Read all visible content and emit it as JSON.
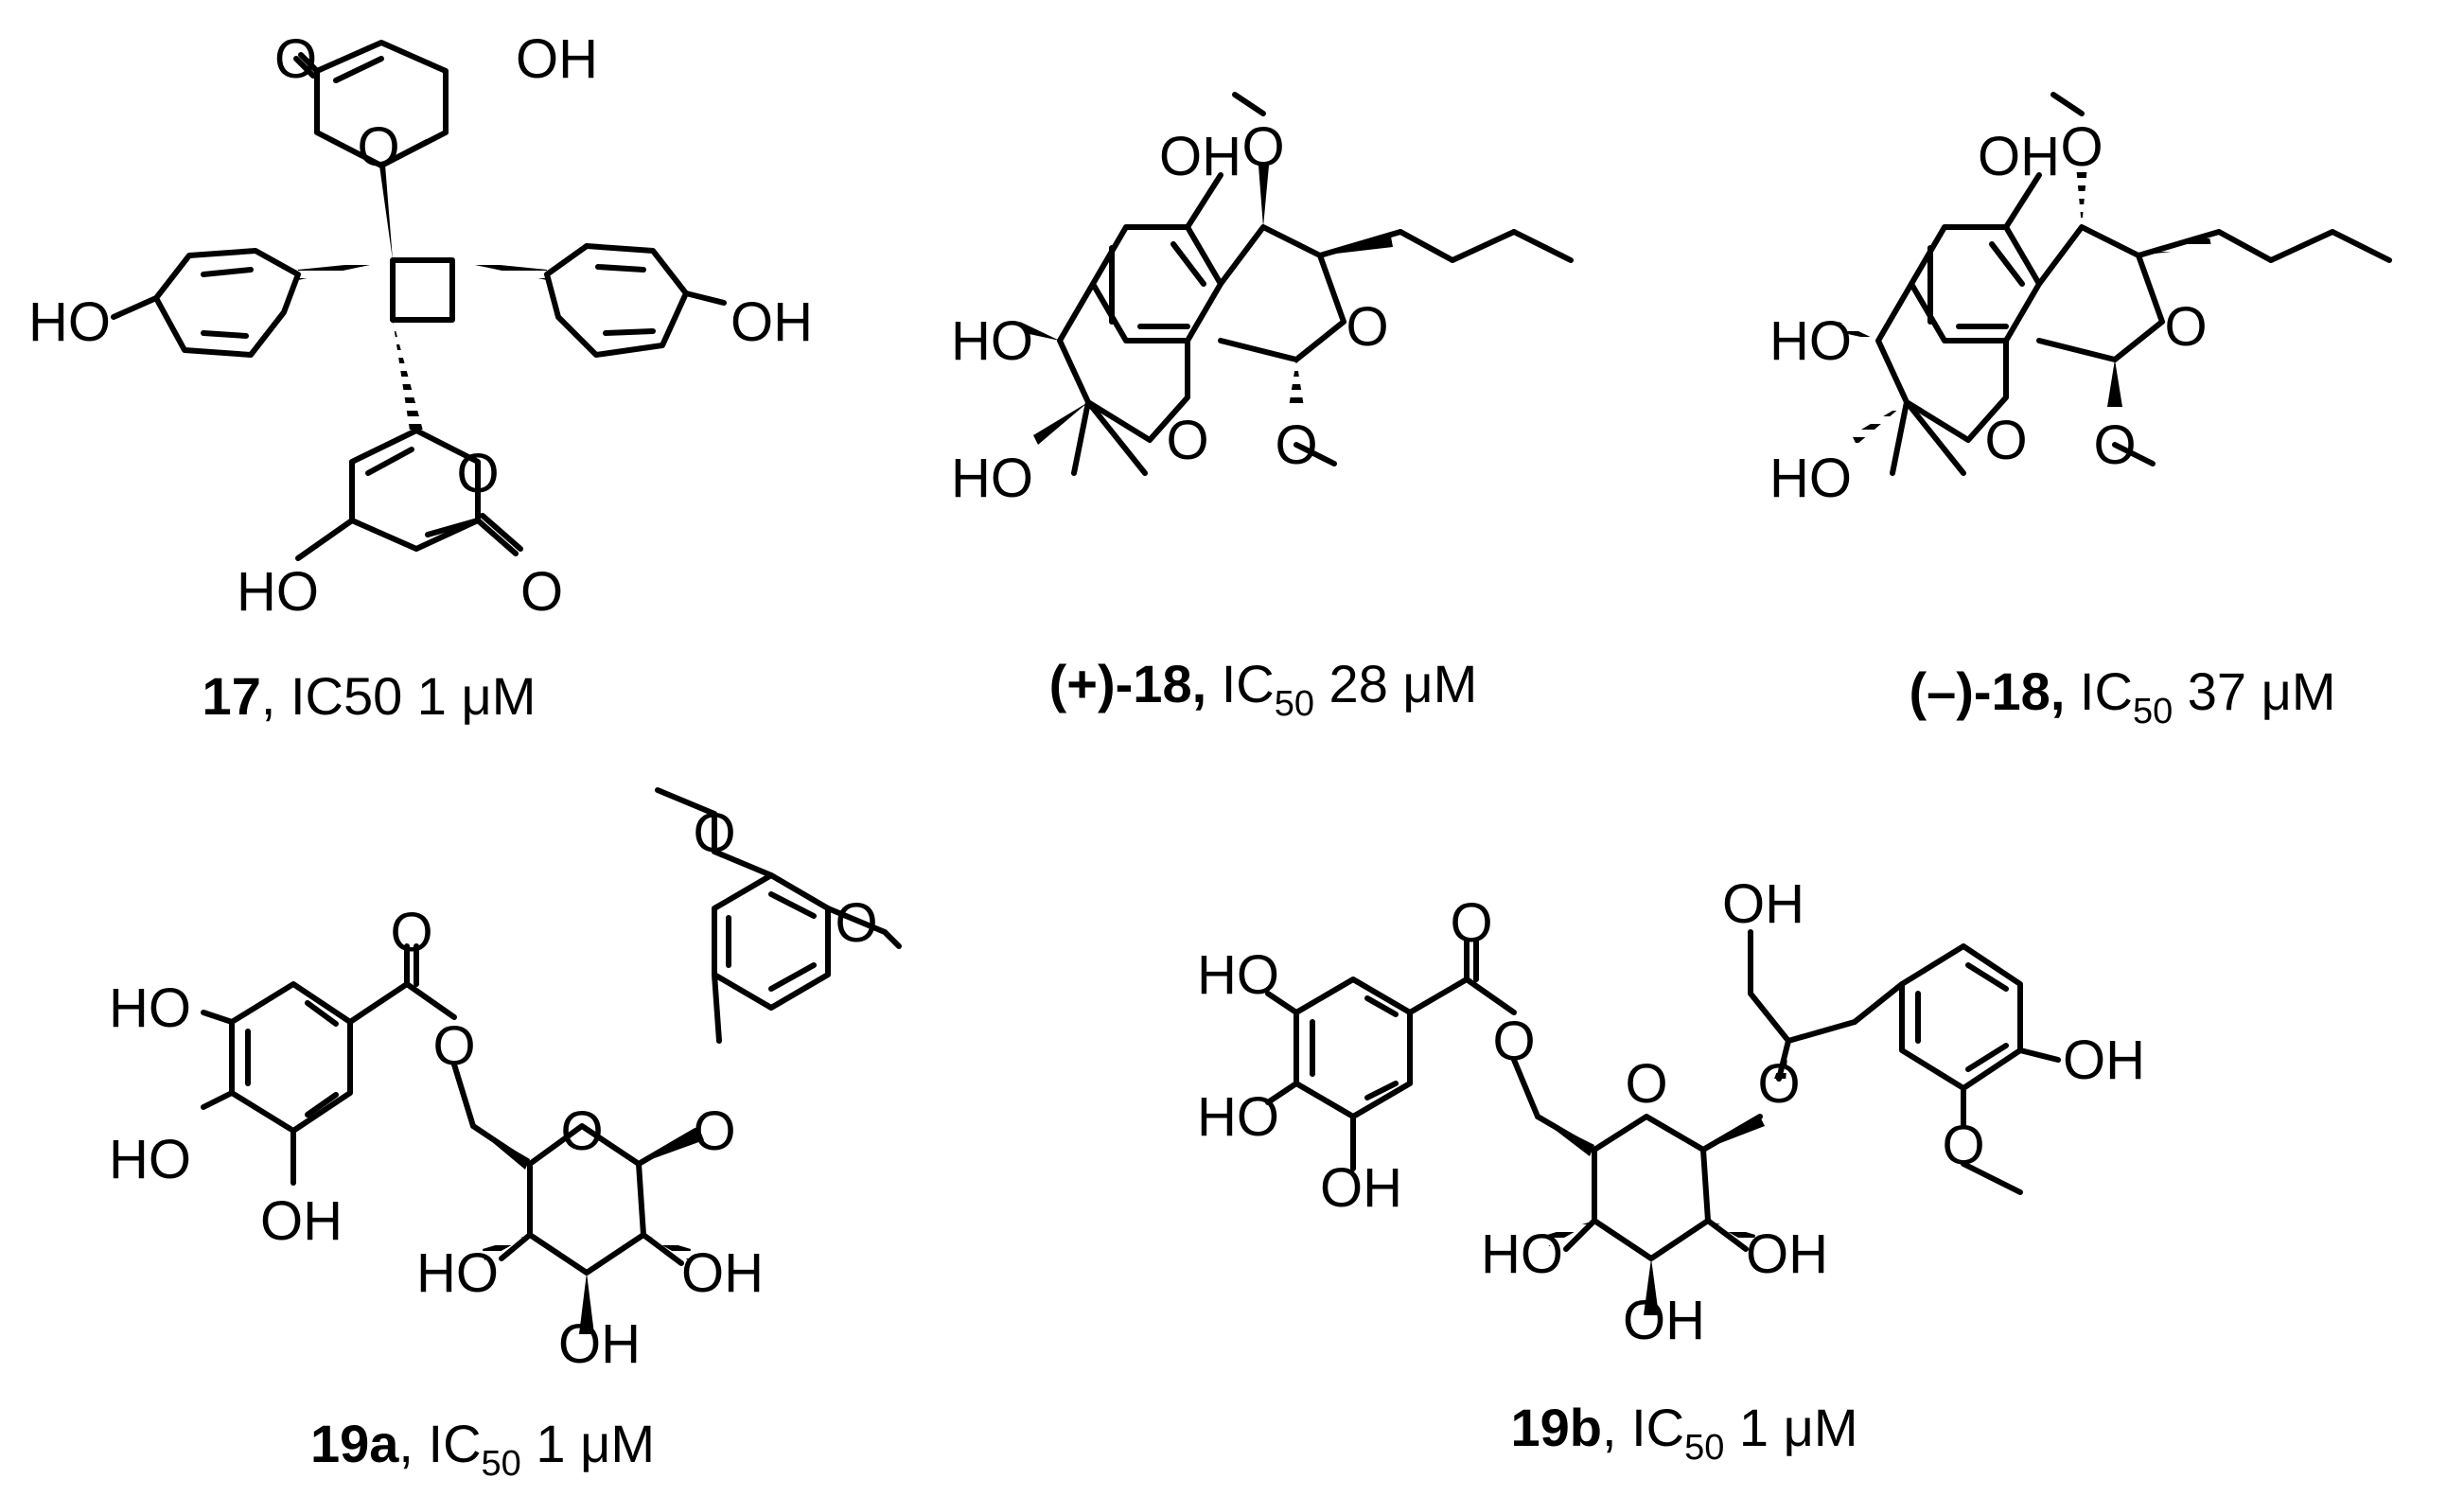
{
  "atom_labels": {
    "o": "O",
    "oh": "OH",
    "ho": "HO"
  },
  "compounds": [
    {
      "id_label": "17",
      "rest_label": ", IC50 1 μM"
    },
    {
      "id_label": "(+)-18,",
      "ic_label": " IC",
      "sub_label": "50",
      "val_label": " 28 μM"
    },
    {
      "id_label": "(–)-18,",
      "ic_label": " IC",
      "sub_label": "50",
      "val_label": " 37 μM"
    },
    {
      "id_label": "19a",
      "ic_label": ", IC",
      "sub_label": "50",
      "val_label": " 1 μM"
    },
    {
      "id_label": "19b",
      "ic_label": ", IC",
      "sub_label": "50",
      "val_label": " 1 μM"
    }
  ]
}
